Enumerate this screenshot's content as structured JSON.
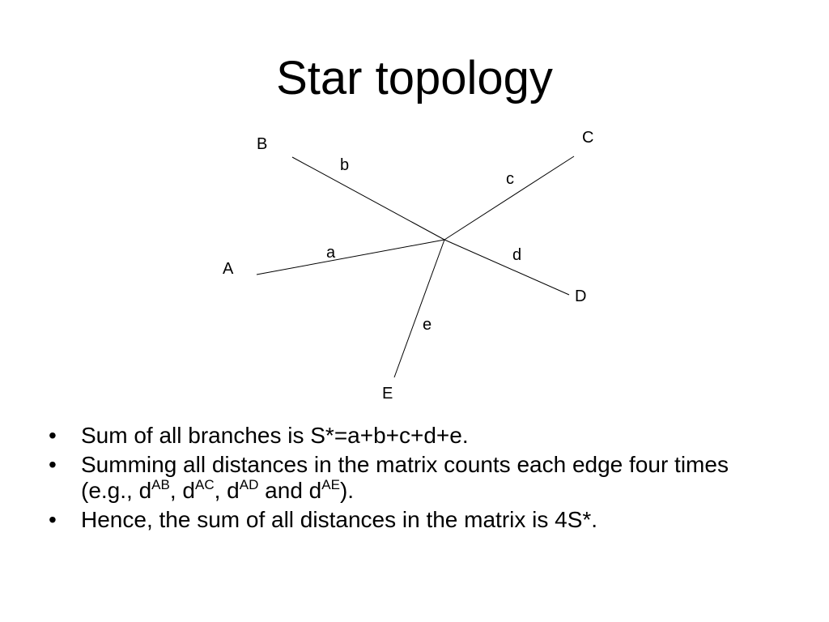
{
  "slide": {
    "title": "Star topology"
  },
  "diagram": {
    "nodes": {
      "A": "A",
      "B": "B",
      "C": "C",
      "D": "D",
      "E": "E"
    },
    "branches": {
      "a": "a",
      "b": "b",
      "c": "c",
      "d": "d",
      "e": "e"
    }
  },
  "bullets": {
    "marker": "•",
    "item1": "Sum of all branches is S*=a+b+c+d+e.",
    "item2": {
      "text_a": "Summing all distances in the matrix counts each edge four times (e.g., d",
      "sup_ab": "AB",
      "sep1": ", d",
      "sup_ac": "AC",
      "sep2": ", d",
      "sup_ad": "AD",
      "sep3": " and d",
      "sup_ae": "AE",
      "end": ")."
    },
    "item3": "Hence, the sum of all distances in the matrix is 4S*."
  }
}
